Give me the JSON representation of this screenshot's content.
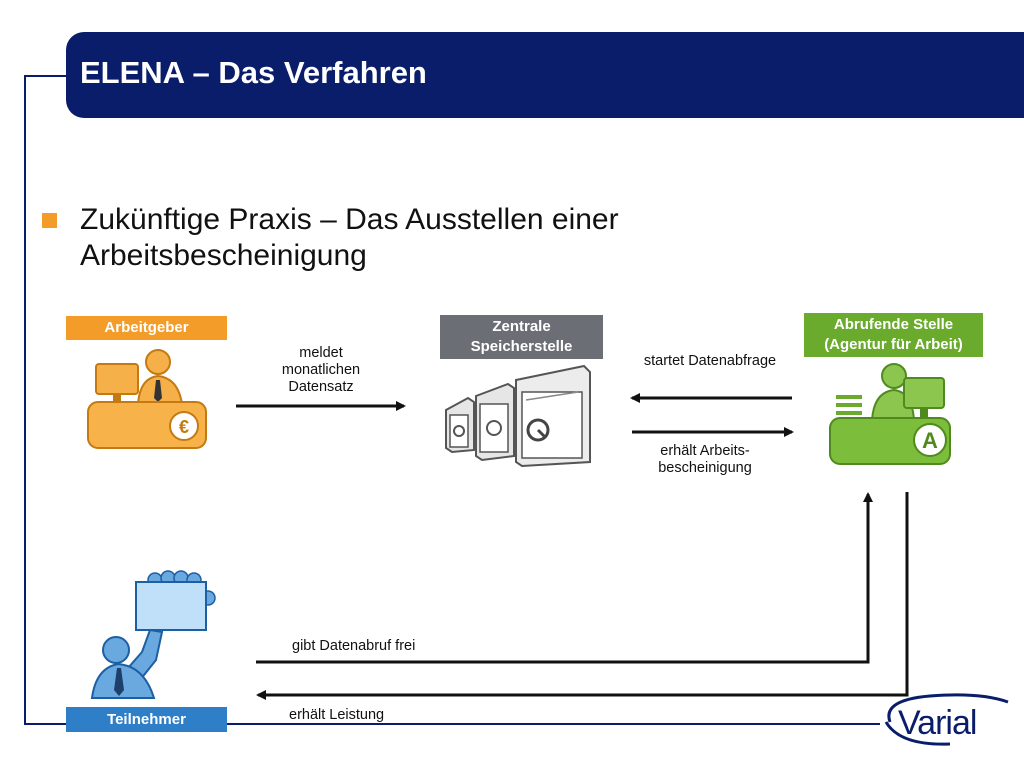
{
  "slide": {
    "title": "ELENA – Das Verfahren",
    "bullet": "Zukünftige Praxis – Das Ausstellen einer Arbeitsbescheinigung"
  },
  "nodes": {
    "employer": "Arbeitgeber",
    "storage": "Zentrale Speicherstelle",
    "requesting_office": "Abrufende Stelle (Agentur für Arbeit)",
    "participant": "Teilnehmer"
  },
  "flows": {
    "report": "meldet monatlichen Datensatz",
    "start_query": "startet Datenabfrage",
    "receive_certificate": "erhält Arbeits- bescheinigung",
    "release": "gibt Datenabruf frei",
    "benefit": "erhält Leistung"
  },
  "logo": {
    "text": "Varial"
  },
  "icons": {
    "euro": "€",
    "agency": "A"
  },
  "colors": {
    "navy": "#0a1d6b",
    "orange": "#f39c2a",
    "gray": "#6b6f75",
    "green": "#6aab2e",
    "blue": "#2f7fc8"
  }
}
